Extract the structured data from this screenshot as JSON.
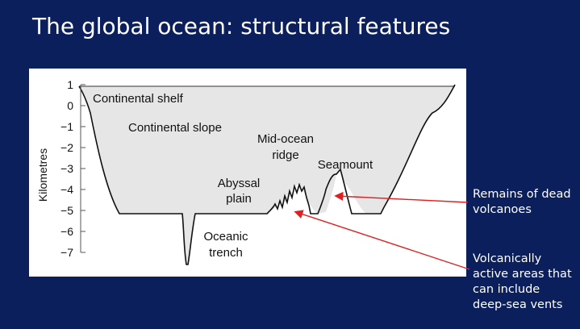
{
  "slide": {
    "title": "The global ocean: structural features"
  },
  "figure": {
    "axis_label": "Kilometres",
    "ticks": [
      "1",
      "0",
      "−1",
      "−2",
      "−3",
      "−4",
      "−5",
      "−6",
      "−7"
    ],
    "features": {
      "continental_shelf": "Continental shelf",
      "continental_slope": "Continental slope",
      "mid_ocean_1": "Mid-ocean",
      "mid_ocean_2": "ridge",
      "seamount": "Seamount",
      "abyssal_1": "Abyssal",
      "abyssal_2": "plain",
      "trench_1": "Oceanic",
      "trench_2": "trench"
    }
  },
  "annotations": {
    "dead_volcanoes": [
      "Remains of dead",
      "volcanoes"
    ],
    "active_areas": [
      "Volcanically",
      "active areas that",
      "can include",
      "deep-sea vents"
    ]
  },
  "colors": {
    "background": "#0b1f5c",
    "arrow": "#e02020",
    "ocean_fill": "#e6e6e6"
  }
}
